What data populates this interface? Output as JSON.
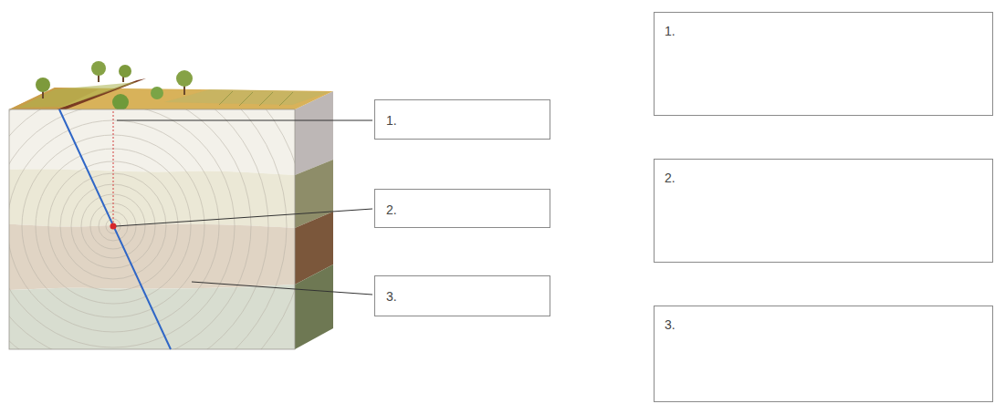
{
  "diagram": {
    "nodes": [
      {
        "text": [
          "1."
        ]
      },
      {
        "text": [
          "2."
        ]
      },
      {
        "text": [
          "3."
        ]
      },
      {
        "text": [
          "1."
        ]
      },
      {
        "text": [
          "2."
        ]
      },
      {
        "text": [
          "3."
        ]
      }
    ]
  }
}
